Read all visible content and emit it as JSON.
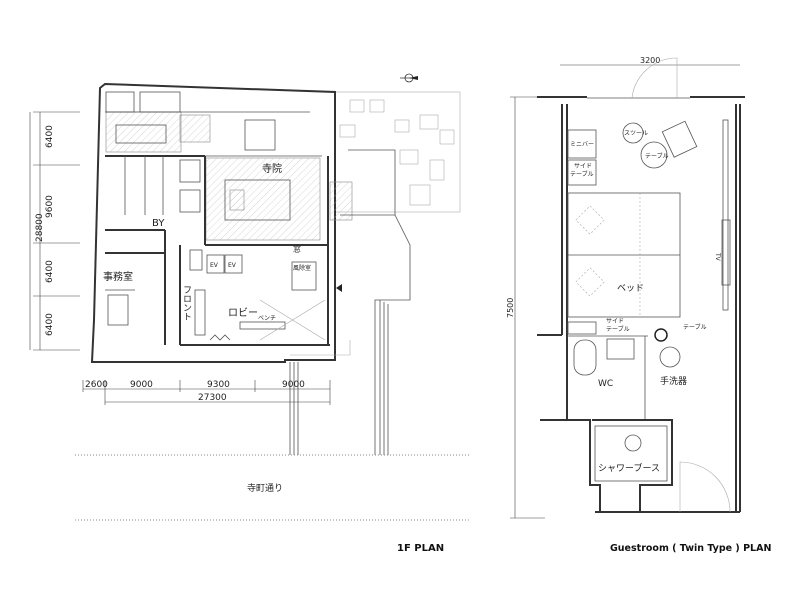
{
  "floor_plan": {
    "title": "1F PLAN",
    "street": "寺町通り",
    "rooms": {
      "temple": "寺院",
      "office": "事務室",
      "lobby": "ロビー",
      "front": "フロント",
      "bench": "ベンチ",
      "windbreak": "風除室",
      "window": "窓",
      "ev1": "EV",
      "ev2": "EV",
      "by": "BY"
    },
    "dims_vertical": [
      "6400",
      "9600",
      "6400",
      "6400"
    ],
    "dim_total_vertical": "28800",
    "dims_horizontal": [
      "2600",
      "9000",
      "9300",
      "9000"
    ],
    "dim_total_horizontal": "27300"
  },
  "guestroom": {
    "title": "Guestroom ( Twin Type ) PLAN",
    "width_dim": "3200",
    "depth_dim": "7500",
    "labels": {
      "minibar": "ミニバー",
      "side_table_1a": "サイド",
      "side_table_1b": "テーブル",
      "stool": "スツール",
      "table": "テーブル",
      "tv": "TV",
      "bed": "ベッド",
      "side_table_2a": "サイド",
      "side_table_2b": "テーブル",
      "table_2": "テーブル",
      "wc": "WC",
      "basin": "手洗器",
      "shower": "シャワーブース"
    }
  }
}
